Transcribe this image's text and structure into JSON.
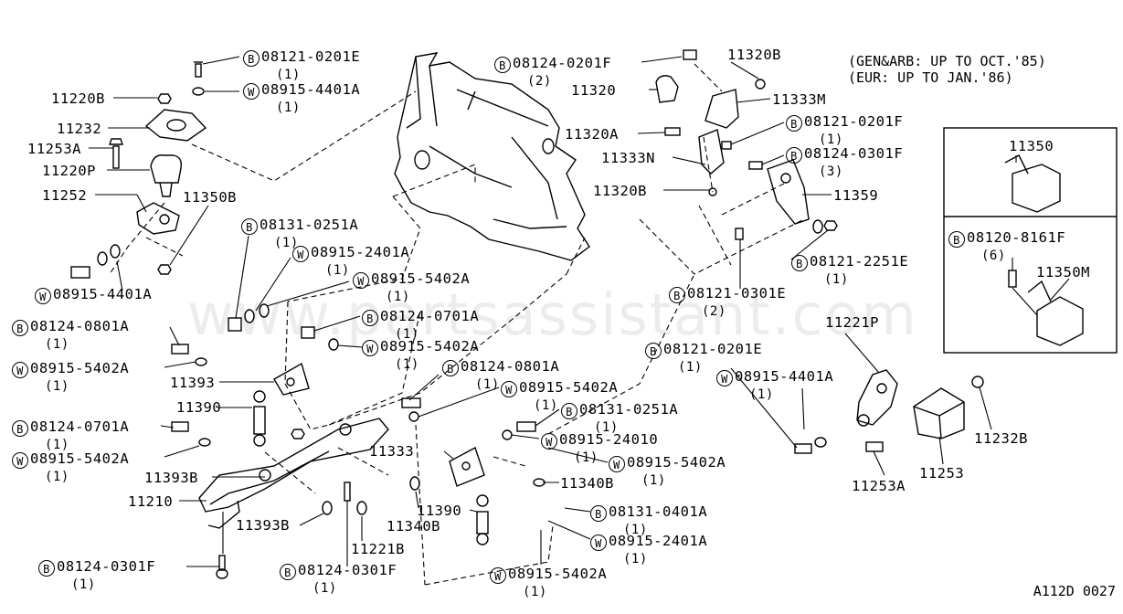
{
  "notes": {
    "line1": "(GEN&ARB: UP TO OCT.'85)",
    "line2": "(EUR: UP TO JAN.'86)"
  },
  "watermark": "www.partsassistant.com",
  "diagram_code": "A112D 0027",
  "symbols": {
    "bolt": "B",
    "washer": "W"
  },
  "labels": {
    "p11220B": "11220B",
    "p11232": "11232",
    "p11253A": "11253A",
    "p11220P": "11220P",
    "p11252": "11252",
    "p11350B": "11350B",
    "p11393": "11393",
    "p11390": "11390",
    "p11393B_a": "11393B",
    "p11210": "11210",
    "p11393B_b": "11393B",
    "p11221B": "11221B",
    "p11340B_a": "11340B",
    "p11333": "11333",
    "p11340B_b": "11340B",
    "p11390_b": "11390",
    "p11320B": "11320B",
    "p11320": "11320",
    "p11333M": "11333M",
    "p11320A": "11320A",
    "p11333N": "11333N",
    "p11320B_b": "11320B",
    "p11359": "11359",
    "p11221P": "11221P",
    "p11232B": "11232B",
    "p11253A_b": "11253A",
    "p11253": "11253",
    "p11350": "11350",
    "p11350M": "11350M"
  },
  "callouts": {
    "c1": {
      "code": "08121-0201E",
      "qty": "(1)"
    },
    "c2": {
      "code": "08915-4401A",
      "qty": "(1)"
    },
    "c3": {
      "code": "08124-0201F",
      "qty": "(2)"
    },
    "c4": {
      "code": "08121-0201F",
      "qty": "(1)"
    },
    "c5": {
      "code": "08124-0301F",
      "qty": "(3)"
    },
    "c6": {
      "code": "08121-2251E",
      "qty": "(1)"
    },
    "c7": {
      "code": "08121-0301E",
      "qty": "(2)"
    },
    "c8": {
      "code": "08131-0251A",
      "qty": "(1)"
    },
    "c9": {
      "code": "08915-2401A",
      "qty": "(1)"
    },
    "c10": {
      "code": "08915-5402A",
      "qty": "(1)"
    },
    "c11": {
      "code": "08915-4401A",
      "qty": "(1)"
    },
    "c12": {
      "code": "08124-0801A",
      "qty": "(1)"
    },
    "c13": {
      "code": "08124-0701A",
      "qty": "(1)"
    },
    "c14": {
      "code": "08915-5402A",
      "qty": "(1)"
    },
    "c15": {
      "code": "08915-5402A",
      "qty": "(1)"
    },
    "c16": {
      "code": "08124-0801A",
      "qty": "(1)"
    },
    "c17": {
      "code": "08915-5402A",
      "qty": "(1)"
    },
    "c18": {
      "code": "08131-0251A",
      "qty": "(1)"
    },
    "c19": {
      "code": "08915-24010",
      "qty": "(1)"
    },
    "c20": {
      "code": "08915-5402A",
      "qty": "(1)"
    },
    "c21": {
      "code": "08124-0701A",
      "qty": "(1)"
    },
    "c22": {
      "code": "08915-5402A",
      "qty": "(1)"
    },
    "c23": {
      "code": "08131-0401A",
      "qty": "(1)"
    },
    "c24": {
      "code": "08915-2401A",
      "qty": "(1)"
    },
    "c25": {
      "code": "08915-5402A",
      "qty": "(1)"
    },
    "c26": {
      "code": "08124-0301F",
      "qty": "(1)"
    },
    "c27": {
      "code": "08124-0301F",
      "qty": "(1)"
    },
    "c28": {
      "code": "08121-0201E",
      "qty": "(1)"
    },
    "c29": {
      "code": "08915-4401A",
      "qty": "(1)"
    },
    "c30": {
      "code": "08120-8161F",
      "qty": "(6)"
    }
  }
}
